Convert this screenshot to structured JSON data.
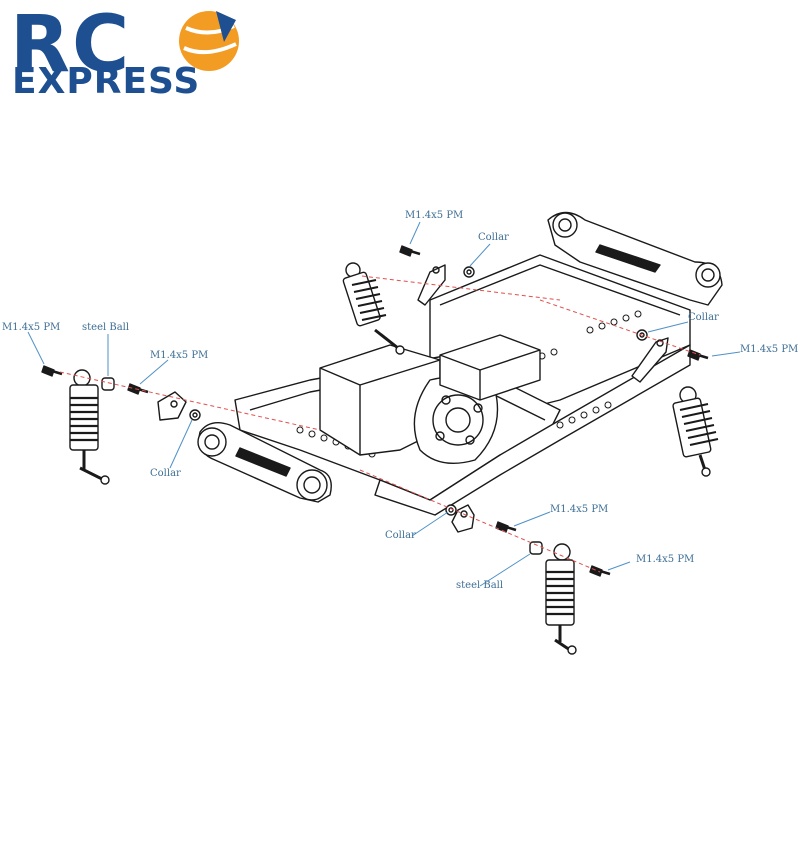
{
  "colors": {
    "brand_blue": "#1d4f91",
    "brand_orange": "#f39c24",
    "callout_text": "#3f6f95",
    "leader_line": "#4f91c7",
    "dashed_line": "#e0504d",
    "drawing": "#1a1a1a"
  },
  "logo": {
    "line1": "RC",
    "line2": "EXPRESS",
    "ball_icon": "orange-ball-icon"
  },
  "callouts": {
    "screw_top": "M1.4x5 PM",
    "collar_top": "Collar",
    "collar_right": "Collar",
    "screw_right": "M1.4x5 PM",
    "screw_left_outer": "M1.4x5 PM",
    "steel_ball_left": "steel Ball",
    "screw_left_inner": "M1.4x5 PM",
    "collar_left": "Collar",
    "collar_bottom": "Collar",
    "screw_bottom_inner": "M1.4x5 PM",
    "screw_bottom_outer": "M1.4x5 PM",
    "steel_ball_bottom": "steel Ball"
  }
}
